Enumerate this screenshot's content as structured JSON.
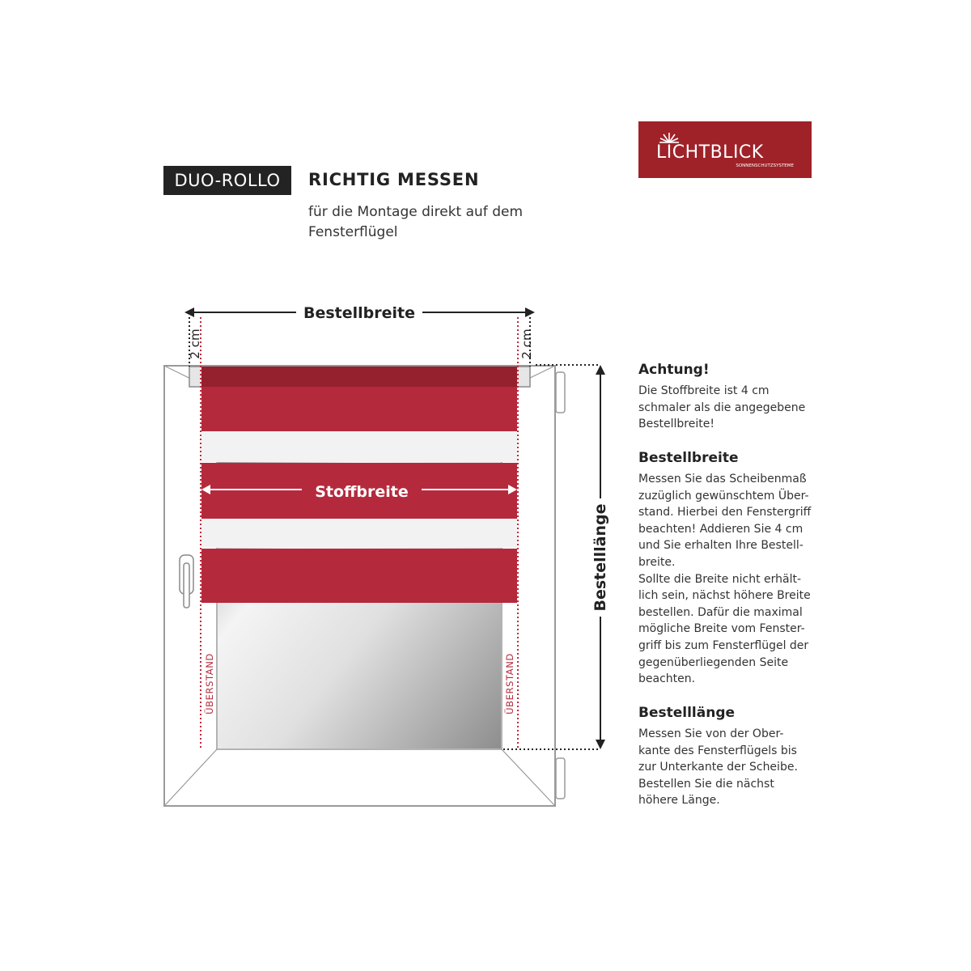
{
  "header": {
    "badge": "DUO-ROLLO",
    "title": "RICHTIG MESSEN",
    "subtitle": "für die Montage direkt auf dem Fensterflügel"
  },
  "logo": {
    "brand": "LICHTBLICK",
    "tagline": "SONNENSCHUTZSYSTEME",
    "color": "#9e2228"
  },
  "diagram": {
    "label_bestellbreite": "Bestellbreite",
    "label_stoffbreite": "Stoffbreite",
    "label_bestelllaenge": "Bestelllänge",
    "label_2cm_left": "2 cm",
    "label_2cm_right": "2 cm",
    "label_ueberstand_left": "ÜBERSTAND",
    "label_ueberstand_right": "ÜBERSTAND",
    "blind_color": "#b42a3c",
    "dotted_color": "#c0283c"
  },
  "sections": [
    {
      "heading": "Achtung!",
      "text": "Die Stoffbreite ist 4 cm\nschmaler als die angegebene\nBestellbreite!"
    },
    {
      "heading": "Bestellbreite",
      "text": "Messen Sie das Scheibenmaß\nzuzüglich gewünschtem Über-\nstand. Hierbei den Fenstergriff\nbeachten! Addieren Sie 4 cm\nund Sie erhalten Ihre Bestell-\nbreite.\nSollte die Breite nicht erhält-\nlich sein, nächst höhere Breite\nbestellen. Dafür die maximal\nmögliche Breite vom Fenster-\ngriff bis zum Fensterflügel der\ngegenüberliegenden Seite\nbeachten."
    },
    {
      "heading": "Bestelllänge",
      "text": "Messen Sie von der Ober-\nkante des Fensterflügels bis\nzur Unterkante der Scheibe.\nBestellen Sie die nächst\nhöhere Länge."
    }
  ]
}
